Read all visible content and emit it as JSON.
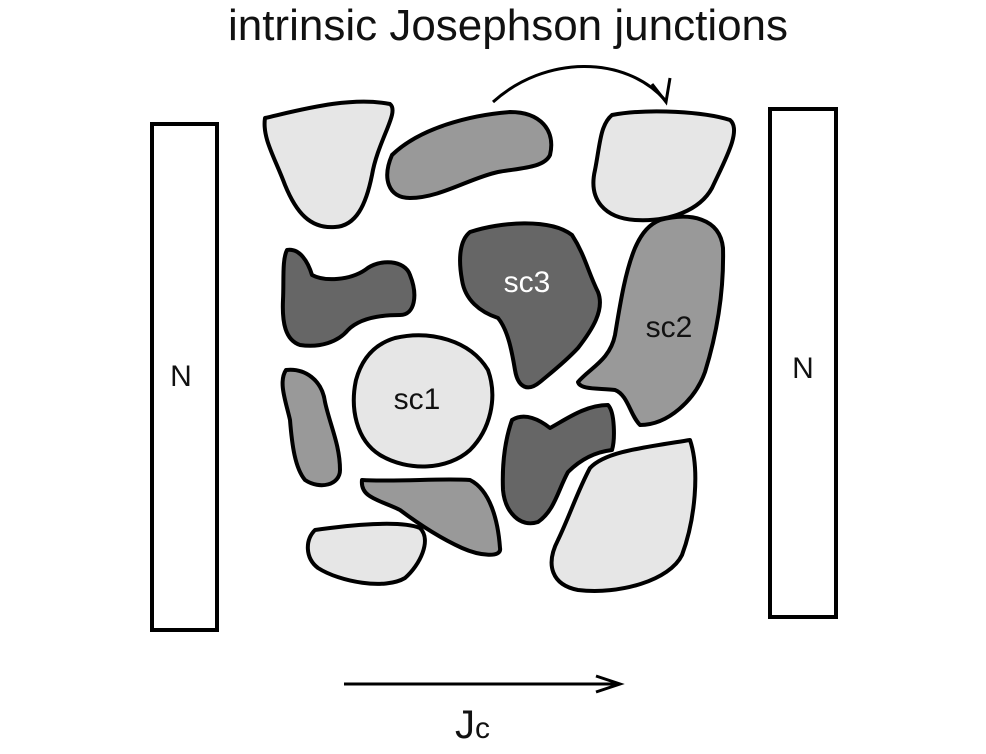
{
  "title": "intrinsic Josephson junctions",
  "electrodes": {
    "left": "N",
    "right": "N"
  },
  "grains": {
    "sc1": "sc1",
    "sc2": "sc2",
    "sc3": "sc3"
  },
  "current": {
    "base": "J",
    "subscript": "c"
  },
  "colors": {
    "light": "#e6e6e6",
    "medium": "#999999",
    "dark": "#666666",
    "outline": "#000000"
  }
}
